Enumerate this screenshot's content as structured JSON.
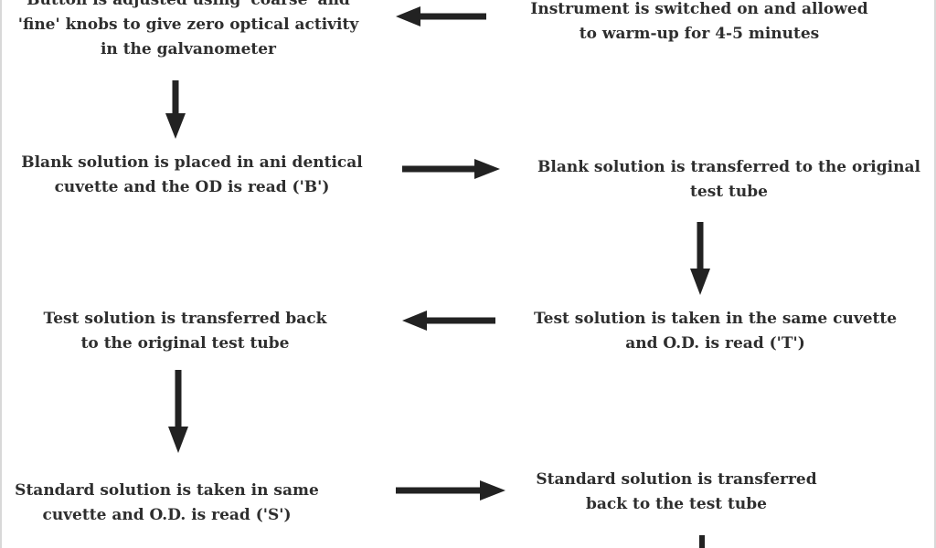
{
  "steps": {
    "button_adjusted": {
      "lines": [
        "Button is adjusted using 'coarse' and",
        "'fine' knobs to give zero optical activity",
        "in the galvanometer"
      ]
    },
    "instrument_on": {
      "lines": [
        "Instrument is switched on and allowed",
        "to warm-up for 4-5 minutes"
      ]
    },
    "blank_placed": {
      "lines": [
        "Blank solution is placed in ani dentical",
        "cuvette and the OD is read ('B')"
      ]
    },
    "blank_transferred": {
      "lines": [
        "Blank solution is transferred to the original",
        "test tube"
      ]
    },
    "test_transferred_back": {
      "lines": [
        "Test solution is transferred back",
        "to the original test tube"
      ]
    },
    "test_taken": {
      "lines": [
        "Test solution is taken in the same cuvette",
        "and O.D. is read ('T')"
      ]
    },
    "standard_taken": {
      "lines": [
        "Standard solution is taken in same",
        "cuvette and O.D. is read ('S')"
      ]
    },
    "standard_transferred": {
      "lines": [
        "Standard solution is transferred",
        "back to the test tube"
      ]
    }
  },
  "colors": {
    "text": "#2e2e2e",
    "arrow": "#222222",
    "background": "#ffffff"
  }
}
